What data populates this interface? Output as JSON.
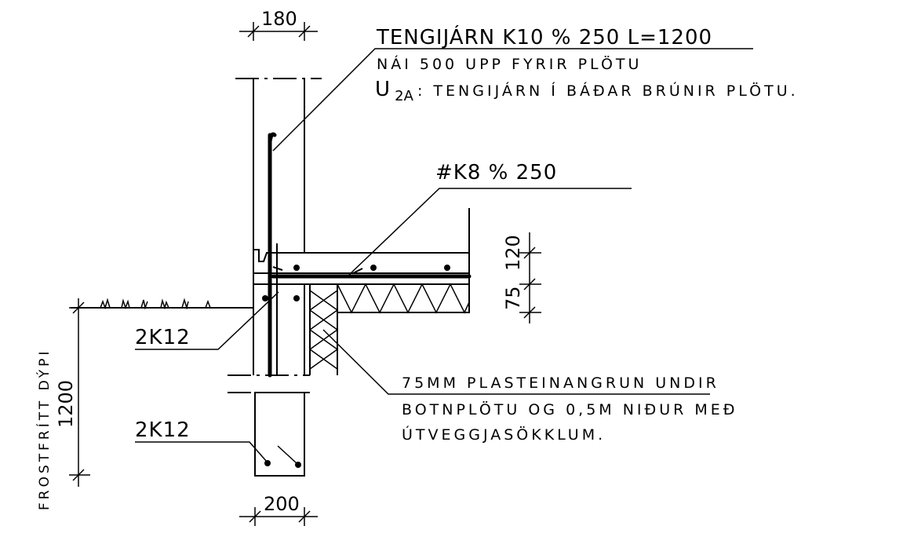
{
  "annotations": {
    "top_rebar_line1": "TENGIJÁRN K10 % 250 L=1200",
    "top_rebar_line2": "NÁI 500 UPP FYRIR PLÖTU",
    "top_rebar_line3_main": "U",
    "top_rebar_line3_sub": "2A",
    "top_rebar_line3_rest": ": TENGIJÁRN Í BÁÐAR BRÚNIR PLÖTU.",
    "slab_mesh": "#K8 % 250",
    "rebar_upper": "2K12",
    "rebar_lower": "2K12",
    "insulation_line1": "75MM PLASTEINANGRUN UNDIR",
    "insulation_line2": "BOTNPLÖTU OG 0,5M NIÐUR MEÐ",
    "insulation_line3": "ÚTVEGGJASÖKKLUM.",
    "frost_depth": "FROSTFRÍTT DÝPI"
  },
  "dimensions": {
    "wall_width": "180",
    "footing_width": "200",
    "slab_thickness": "120",
    "insulation_thickness": "75",
    "frost_depth_value": "1200"
  }
}
